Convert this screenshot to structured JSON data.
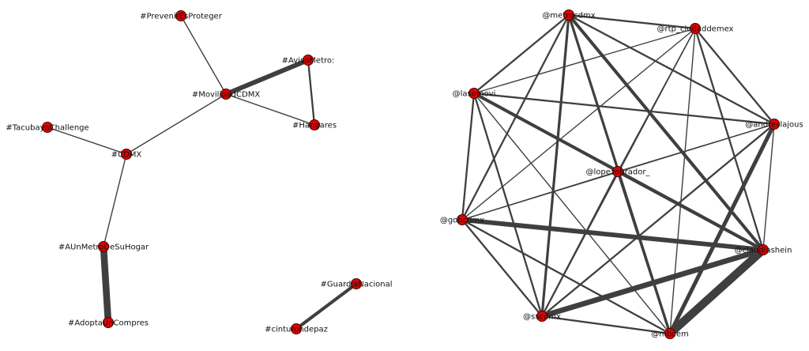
{
  "chart_data": {
    "type": "network",
    "colors": {
      "node": "#e00000",
      "edge": "#3f3f3f",
      "background": "#ffffff"
    },
    "graphs": [
      {
        "name": "hashtag-graph",
        "nodes": [
          {
            "id": "PrevenirEsProteger",
            "label": "#PrevenirEsProteger"
          },
          {
            "id": "AvisoMetro",
            "label": "#AvisoMetro:"
          },
          {
            "id": "MovilidadCDMX",
            "label": "#MovilidadCDMX"
          },
          {
            "id": "Hangares",
            "label": "#Hangares"
          },
          {
            "id": "TacubayaChallenge",
            "label": "#TacubayaChallenge"
          },
          {
            "id": "CDMX",
            "label": "#CDMX"
          },
          {
            "id": "AUnMetroDeSuHogar",
            "label": "#AUnMetroDeSuHogar"
          },
          {
            "id": "AdoptaUnCompres",
            "label": "#AdoptaUnCompres"
          },
          {
            "id": "GuardiaNacional",
            "label": "#GuardiaNacional"
          },
          {
            "id": "cinturondepaz",
            "label": "#cinturondepaz"
          }
        ],
        "edges": [
          {
            "source": "PrevenirEsProteger",
            "target": "MovilidadCDMX",
            "weight": 1
          },
          {
            "source": "MovilidadCDMX",
            "target": "AvisoMetro",
            "weight": 6
          },
          {
            "source": "MovilidadCDMX",
            "target": "Hangares",
            "weight": 1
          },
          {
            "source": "AvisoMetro",
            "target": "Hangares",
            "weight": 2
          },
          {
            "source": "MovilidadCDMX",
            "target": "CDMX",
            "weight": 1
          },
          {
            "source": "TacubayaChallenge",
            "target": "CDMX",
            "weight": 1
          },
          {
            "source": "CDMX",
            "target": "AUnMetroDeSuHogar",
            "weight": 1
          },
          {
            "source": "AUnMetroDeSuHogar",
            "target": "AdoptaUnCompres",
            "weight": 9
          },
          {
            "source": "GuardiaNacional",
            "target": "cinturondepaz",
            "weight": 4
          }
        ]
      },
      {
        "name": "mention-graph",
        "nodes": [
          {
            "id": "metrocdmx",
            "label": "@metrocdmx"
          },
          {
            "id": "rtp",
            "label": "@rtp_ciudaddemex"
          },
          {
            "id": "lasemovi",
            "label": "@lasemovi"
          },
          {
            "id": "andresajous",
            "label": "@andreslajous"
          },
          {
            "id": "lopezobrador",
            "label": "@lopezobrador_"
          },
          {
            "id": "gobcdmx",
            "label": "@gobcdmx"
          },
          {
            "id": "claudiashein",
            "label": "@claudiashein"
          },
          {
            "id": "sscdmx",
            "label": "@sscdmx"
          },
          {
            "id": "mbcem",
            "label": "@mbcem"
          }
        ],
        "edges": [
          {
            "source": "metrocdmx",
            "target": "rtp",
            "weight": 2
          },
          {
            "source": "metrocdmx",
            "target": "lasemovi",
            "weight": 2
          },
          {
            "source": "metrocdmx",
            "target": "andresajous",
            "weight": 2
          },
          {
            "source": "metrocdmx",
            "target": "lopezobrador",
            "weight": 1
          },
          {
            "source": "metrocdmx",
            "target": "gobcdmx",
            "weight": 2
          },
          {
            "source": "metrocdmx",
            "target": "claudiashein",
            "weight": 4
          },
          {
            "source": "metrocdmx",
            "target": "sscdmx",
            "weight": 3
          },
          {
            "source": "metrocdmx",
            "target": "mbcem",
            "weight": 3
          },
          {
            "source": "rtp",
            "target": "lasemovi",
            "weight": 1
          },
          {
            "source": "rtp",
            "target": "andresajous",
            "weight": 2
          },
          {
            "source": "rtp",
            "target": "lopezobrador",
            "weight": 1
          },
          {
            "source": "rtp",
            "target": "gobcdmx",
            "weight": 1
          },
          {
            "source": "rtp",
            "target": "claudiashein",
            "weight": 2
          },
          {
            "source": "rtp",
            "target": "sscdmx",
            "weight": 1
          },
          {
            "source": "rtp",
            "target": "mbcem",
            "weight": 1
          },
          {
            "source": "lasemovi",
            "target": "andresajous",
            "weight": 2
          },
          {
            "source": "lasemovi",
            "target": "lopezobrador",
            "weight": 1
          },
          {
            "source": "lasemovi",
            "target": "gobcdmx",
            "weight": 2
          },
          {
            "source": "lasemovi",
            "target": "claudiashein",
            "weight": 4
          },
          {
            "source": "lasemovi",
            "target": "sscdmx",
            "weight": 2
          },
          {
            "source": "lasemovi",
            "target": "mbcem",
            "weight": 1
          },
          {
            "source": "andresajous",
            "target": "lopezobrador",
            "weight": 1
          },
          {
            "source": "andresajous",
            "target": "gobcdmx",
            "weight": 1
          },
          {
            "source": "andresajous",
            "target": "claudiashein",
            "weight": 1
          },
          {
            "source": "andresajous",
            "target": "sscdmx",
            "weight": 2
          },
          {
            "source": "andresajous",
            "target": "mbcem",
            "weight": 5
          },
          {
            "source": "lopezobrador",
            "target": "gobcdmx",
            "weight": 1
          },
          {
            "source": "lopezobrador",
            "target": "claudiashein",
            "weight": 4
          },
          {
            "source": "lopezobrador",
            "target": "sscdmx",
            "weight": 2
          },
          {
            "source": "lopezobrador",
            "target": "mbcem",
            "weight": 3
          },
          {
            "source": "gobcdmx",
            "target": "claudiashein",
            "weight": 6
          },
          {
            "source": "gobcdmx",
            "target": "sscdmx",
            "weight": 2
          },
          {
            "source": "gobcdmx",
            "target": "mbcem",
            "weight": 2
          },
          {
            "source": "claudiashein",
            "target": "sscdmx",
            "weight": 7
          },
          {
            "source": "claudiashein",
            "target": "mbcem",
            "weight": 11
          },
          {
            "source": "sscdmx",
            "target": "mbcem",
            "weight": 2
          }
        ]
      }
    ]
  }
}
